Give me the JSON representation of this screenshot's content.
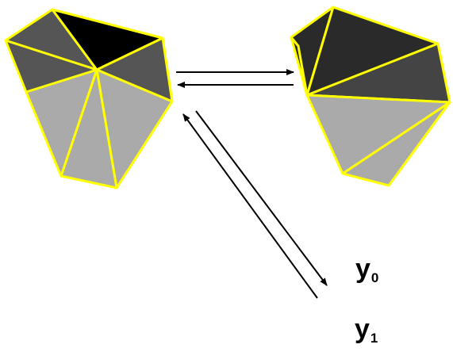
{
  "colors": {
    "edge": "#ffff00",
    "dark": "#555555",
    "darker": "#2a2a2a",
    "black": "#000000",
    "light": "#aaaaaa",
    "arrow": "#000000"
  },
  "labels": {
    "y0": {
      "main": "y",
      "sub": "0"
    },
    "y1": {
      "main": "y",
      "sub": "1"
    }
  }
}
